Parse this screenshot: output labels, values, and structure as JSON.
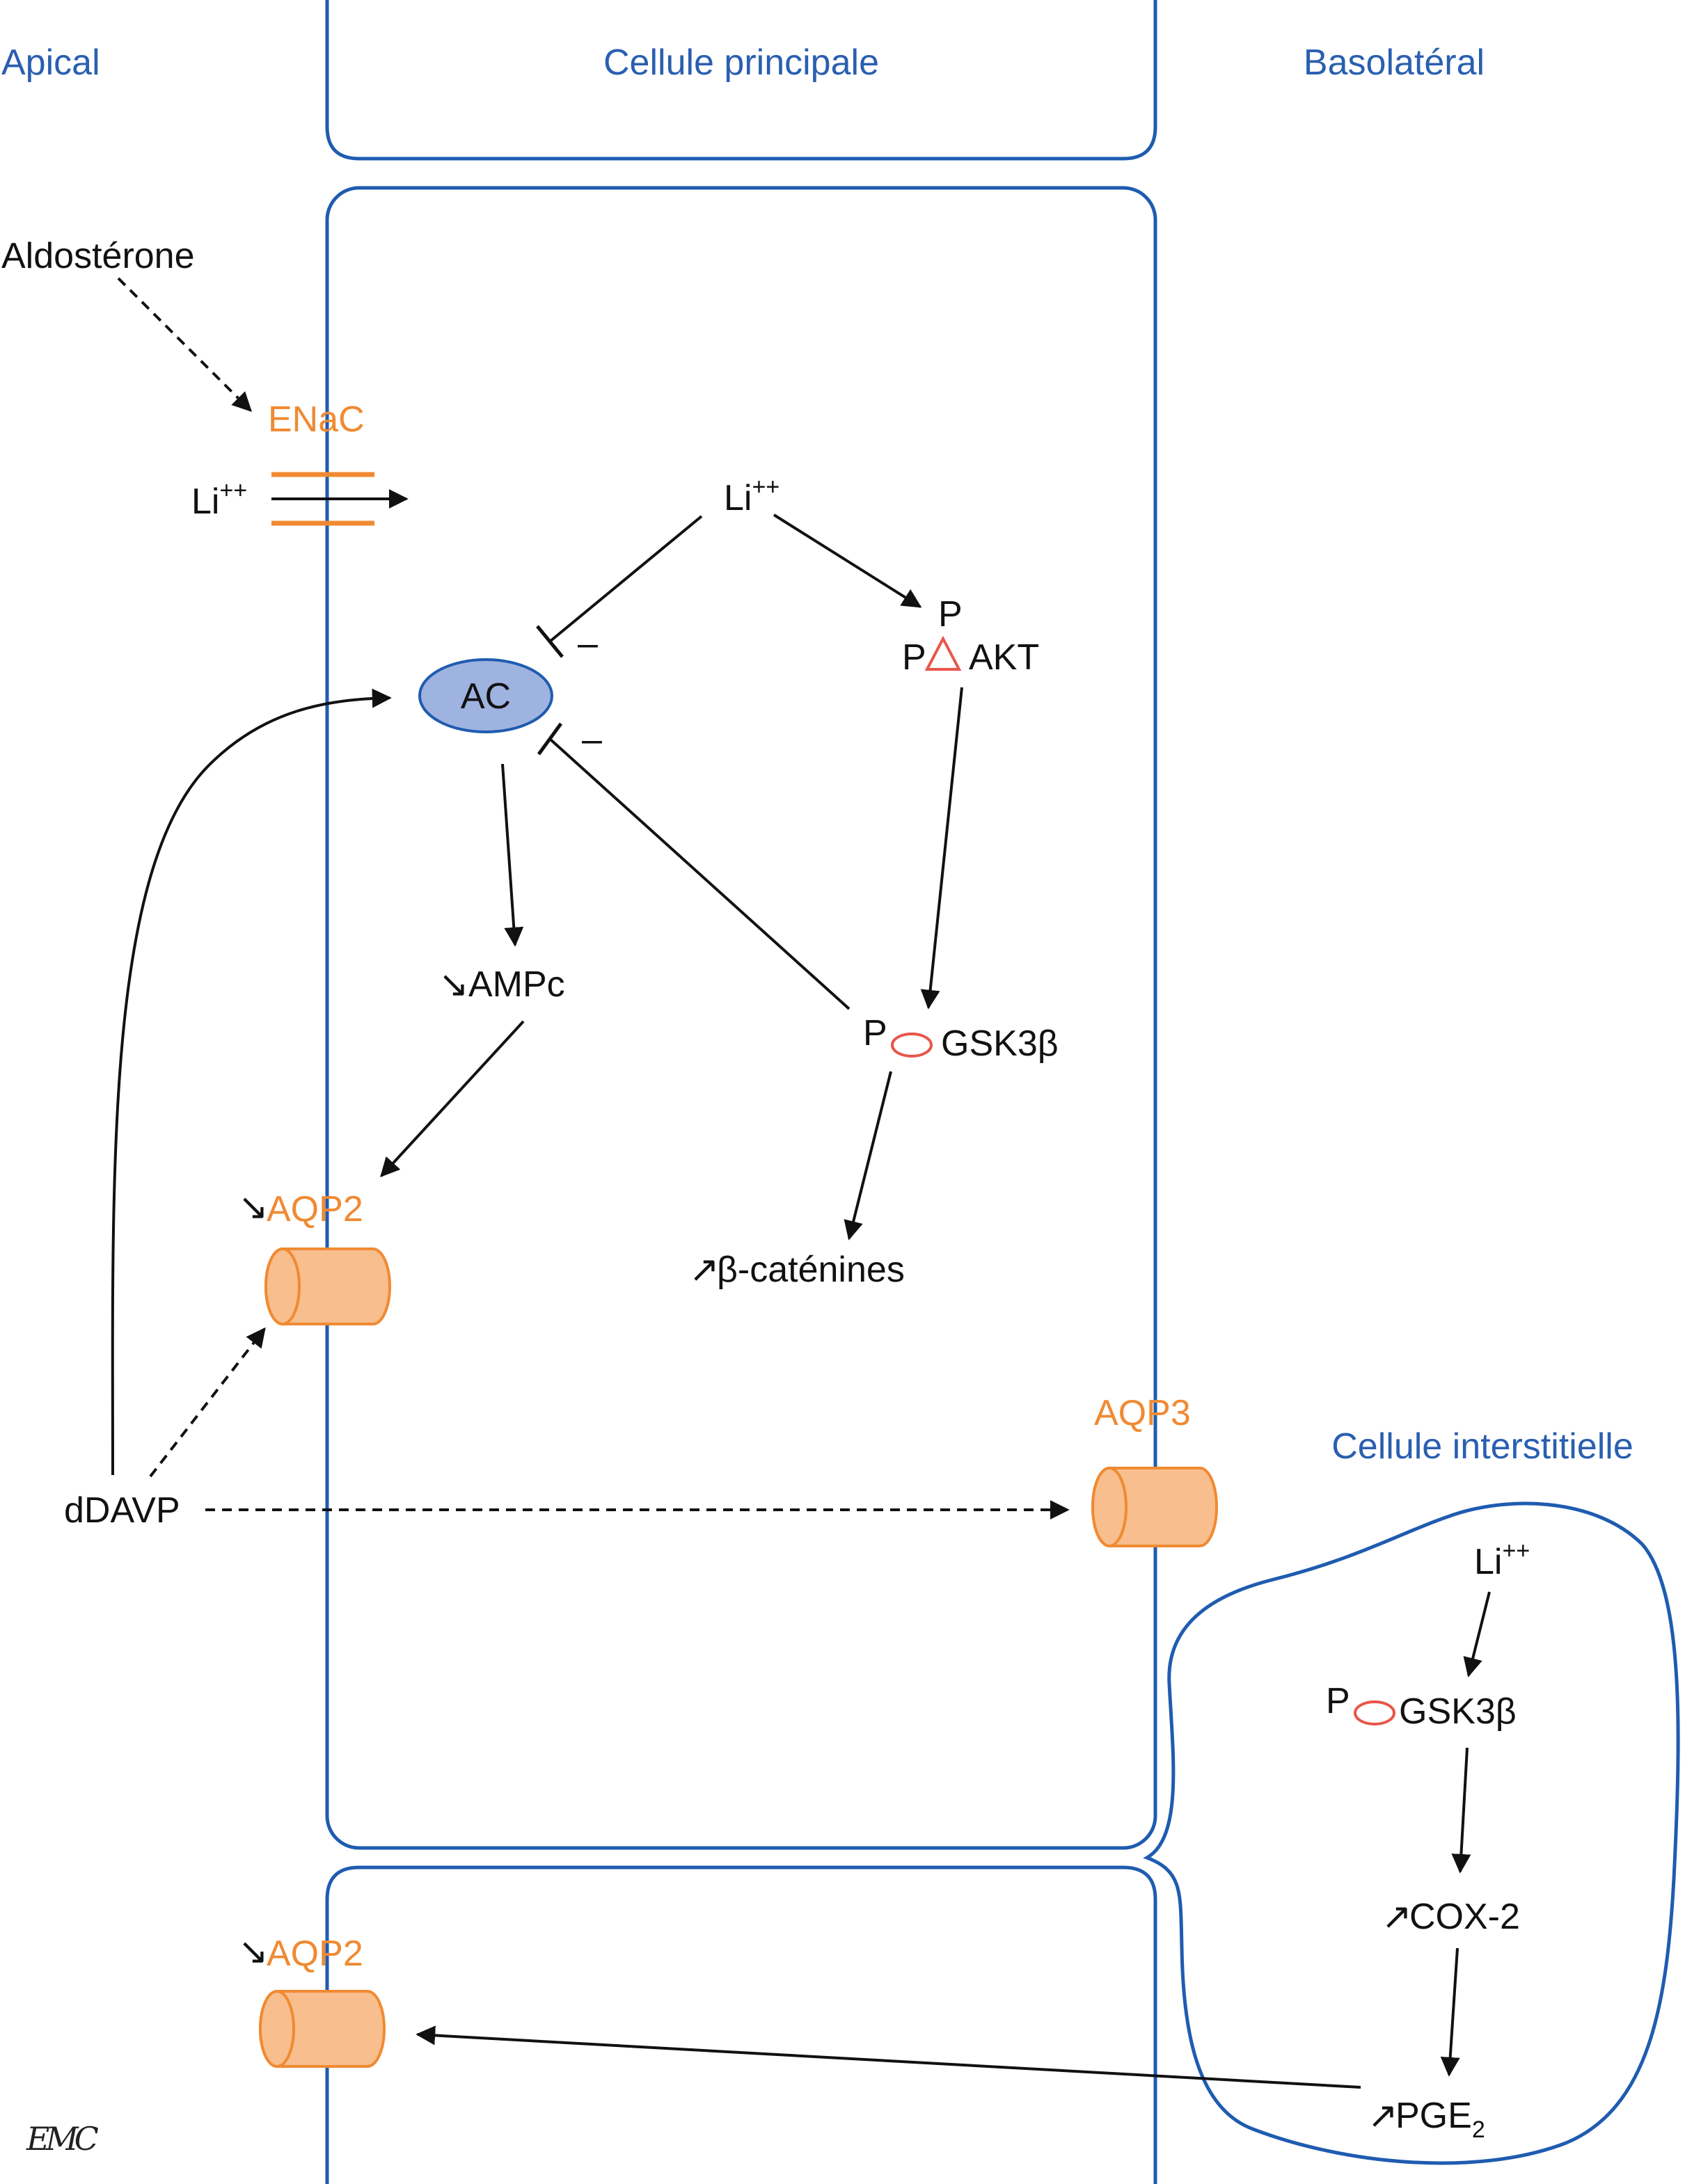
{
  "regions": {
    "apical": "Apical",
    "principal_cell": "Cellule principale",
    "basolateral": "Basolatéral",
    "interstitial_cell": "Cellule interstitielle"
  },
  "apical_side": {
    "aldosterone": "Aldostérone",
    "enac": "ENaC",
    "li_base": "Li",
    "li_sup": "++",
    "ddavp": "dDAVP"
  },
  "principal_cell": {
    "li_base": "Li",
    "li_sup": "++",
    "ac": "AC",
    "minus_1": "–",
    "minus_2": "–",
    "akt_p_top": "P",
    "akt_p_left": "P",
    "akt": "AKT",
    "campc_arrow": "↘",
    "ampc": "AMPc",
    "gsk_p": "P",
    "gsk": "GSK3β",
    "catenin_arrow": "↗",
    "catenins": "β-caténines",
    "aqp2_arrow": "↘",
    "aqp2": "AQP2",
    "aqp3": "AQP3"
  },
  "lower_cell": {
    "aqp2_arrow": "↘",
    "aqp2": "AQP2"
  },
  "interstitial_cell": {
    "li_base": "Li",
    "li_sup": "++",
    "gsk_p": "P",
    "gsk": "GSK3β",
    "cox_arrow": "↗",
    "cox": "COX-2",
    "pge_arrow": "↗",
    "pge_base": "PGE",
    "pge_sub": "2"
  },
  "logo": "EMC",
  "colors": {
    "membrane": "#1f5cb0",
    "region_label": "#2a5fb0",
    "channel": "#f08a32",
    "channel_fill": "#f8be8e",
    "enzyme_fill": "#9fb3e0",
    "phospho": "#e8564b"
  }
}
